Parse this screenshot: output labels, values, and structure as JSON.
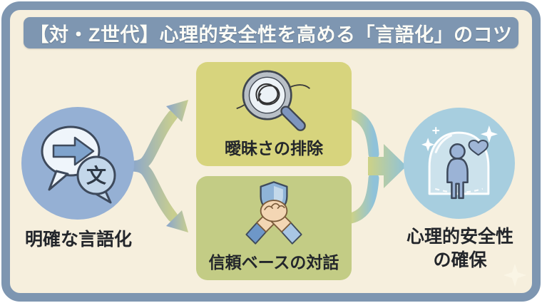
{
  "title": "【対・Z世代】心理的安全性を高める「言語化」のコツ",
  "diagram": {
    "source": {
      "label": "明確な言語化",
      "icon": "chat-translate-icon"
    },
    "factors": [
      {
        "label": "曖昧さの排除",
        "icon": "magnifier-tangle-icon"
      },
      {
        "label": "信頼ベースの対話",
        "icon": "handshake-shield-icon"
      }
    ],
    "outcome": {
      "label_line1": "心理的安全性",
      "label_line2": "の確保",
      "icon": "person-bubble-icon"
    },
    "edges": [
      {
        "from": "明確な言語化",
        "to": "曖昧さの排除"
      },
      {
        "from": "明確な言語化",
        "to": "信頼ベースの対話"
      },
      {
        "from": "曖昧さの排除",
        "to": "心理的安全性の確保"
      },
      {
        "from": "信頼ベースの対話",
        "to": "心理的安全性の確保"
      }
    ]
  },
  "icon_glyphs": {
    "translate_char": "文"
  },
  "colors": {
    "frame": "#7E96B1",
    "background": "#F6EFDD",
    "title_bar": "#7E96B1",
    "title_text": "#FCFCF6",
    "source_circle": "#95B0D4",
    "factor1_box": "#D7D47D",
    "factor2_box": "#C3CC85",
    "outcome_circle": "#A7CEDF",
    "arrow_gradient_blue": "#8AA6CD",
    "arrow_gradient_green": "#C8CE8F",
    "arrow_gradient_yellow": "#CDD286",
    "arrow_gradient_teal": "#8FC2D9",
    "label_text": "#23262B"
  }
}
